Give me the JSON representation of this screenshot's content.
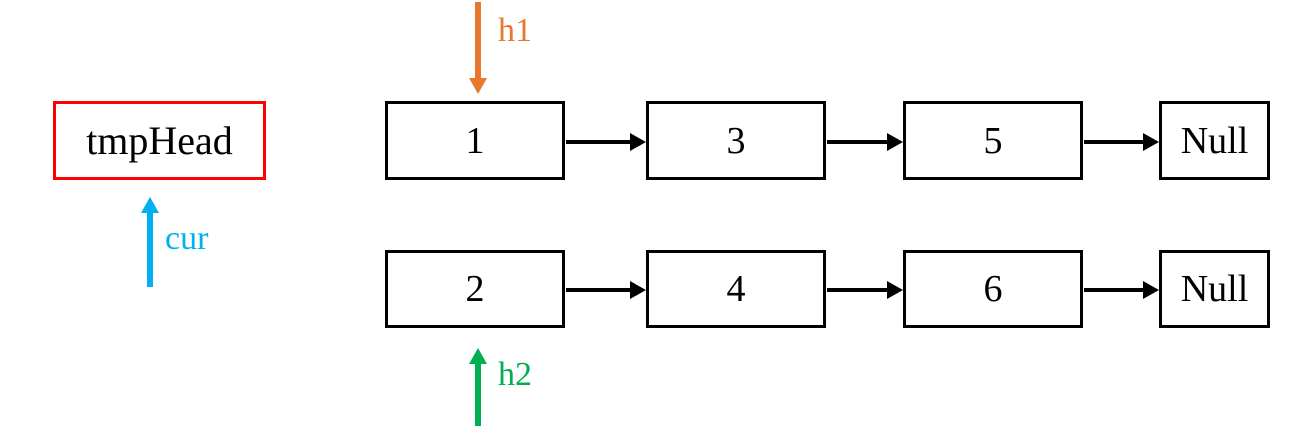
{
  "diagram": {
    "title": "Linked list merge pointers diagram",
    "colors": {
      "node_border": "#000000",
      "tmp_head_border": "#ff0000",
      "h1_pointer": "#e8782e",
      "h2_pointer": "#00b050",
      "cur_pointer": "#00b0f0",
      "background": "#ffffff",
      "text": "#000000"
    },
    "tmp_head": {
      "label": "tmpHead"
    },
    "pointers": [
      {
        "name": "h1",
        "label": "h1",
        "direction": "down",
        "color": "#e8782e",
        "target": "node-1"
      },
      {
        "name": "h2",
        "label": "h2",
        "direction": "up",
        "color": "#00b050",
        "target": "node-2"
      },
      {
        "name": "cur",
        "label": "cur",
        "direction": "up",
        "color": "#00b0f0",
        "target": "tmpHead"
      }
    ],
    "lists": [
      {
        "name": "list-1",
        "nodes": [
          {
            "value": "1"
          },
          {
            "value": "3"
          },
          {
            "value": "5"
          }
        ],
        "terminator": "Null"
      },
      {
        "name": "list-2",
        "nodes": [
          {
            "value": "2"
          },
          {
            "value": "4"
          },
          {
            "value": "6"
          }
        ],
        "terminator": "Null"
      }
    ]
  }
}
